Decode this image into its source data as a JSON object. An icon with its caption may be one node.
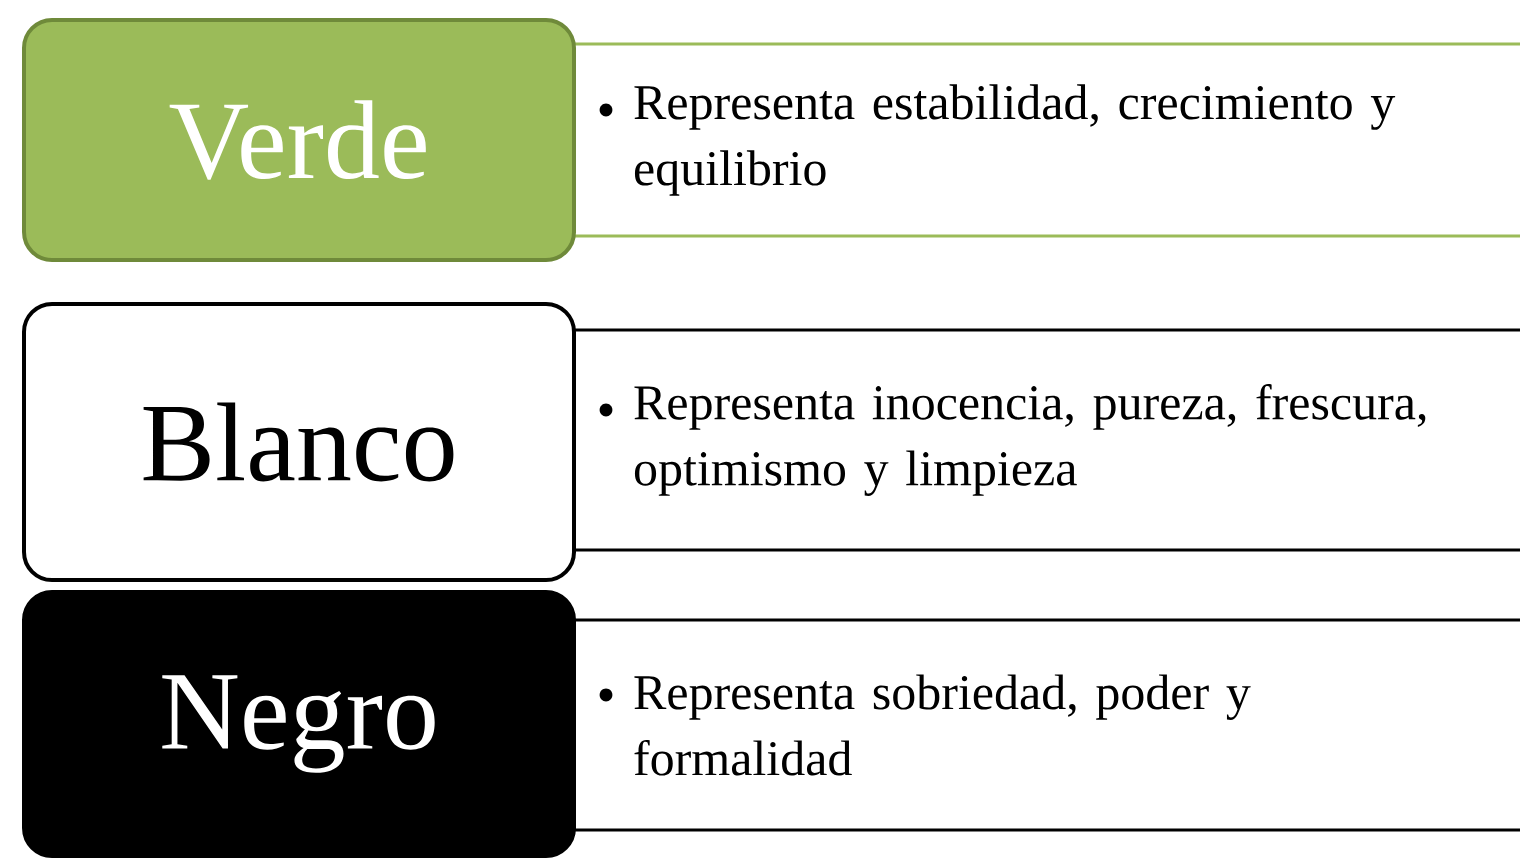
{
  "diagram": {
    "nodes": [
      {
        "text": [
          "Verde"
        ]
      },
      {
        "text": [
          "Representa estabilidad, crecimiento y equilibrio"
        ]
      },
      {
        "text": [
          "Blanco"
        ]
      },
      {
        "text": [
          "Representa inocencia, pureza, frescura, optimismo y limpieza"
        ]
      },
      {
        "text": [
          "Negro"
        ]
      },
      {
        "text": [
          "Representa sobriedad, poder y formalidad"
        ]
      }
    ]
  }
}
